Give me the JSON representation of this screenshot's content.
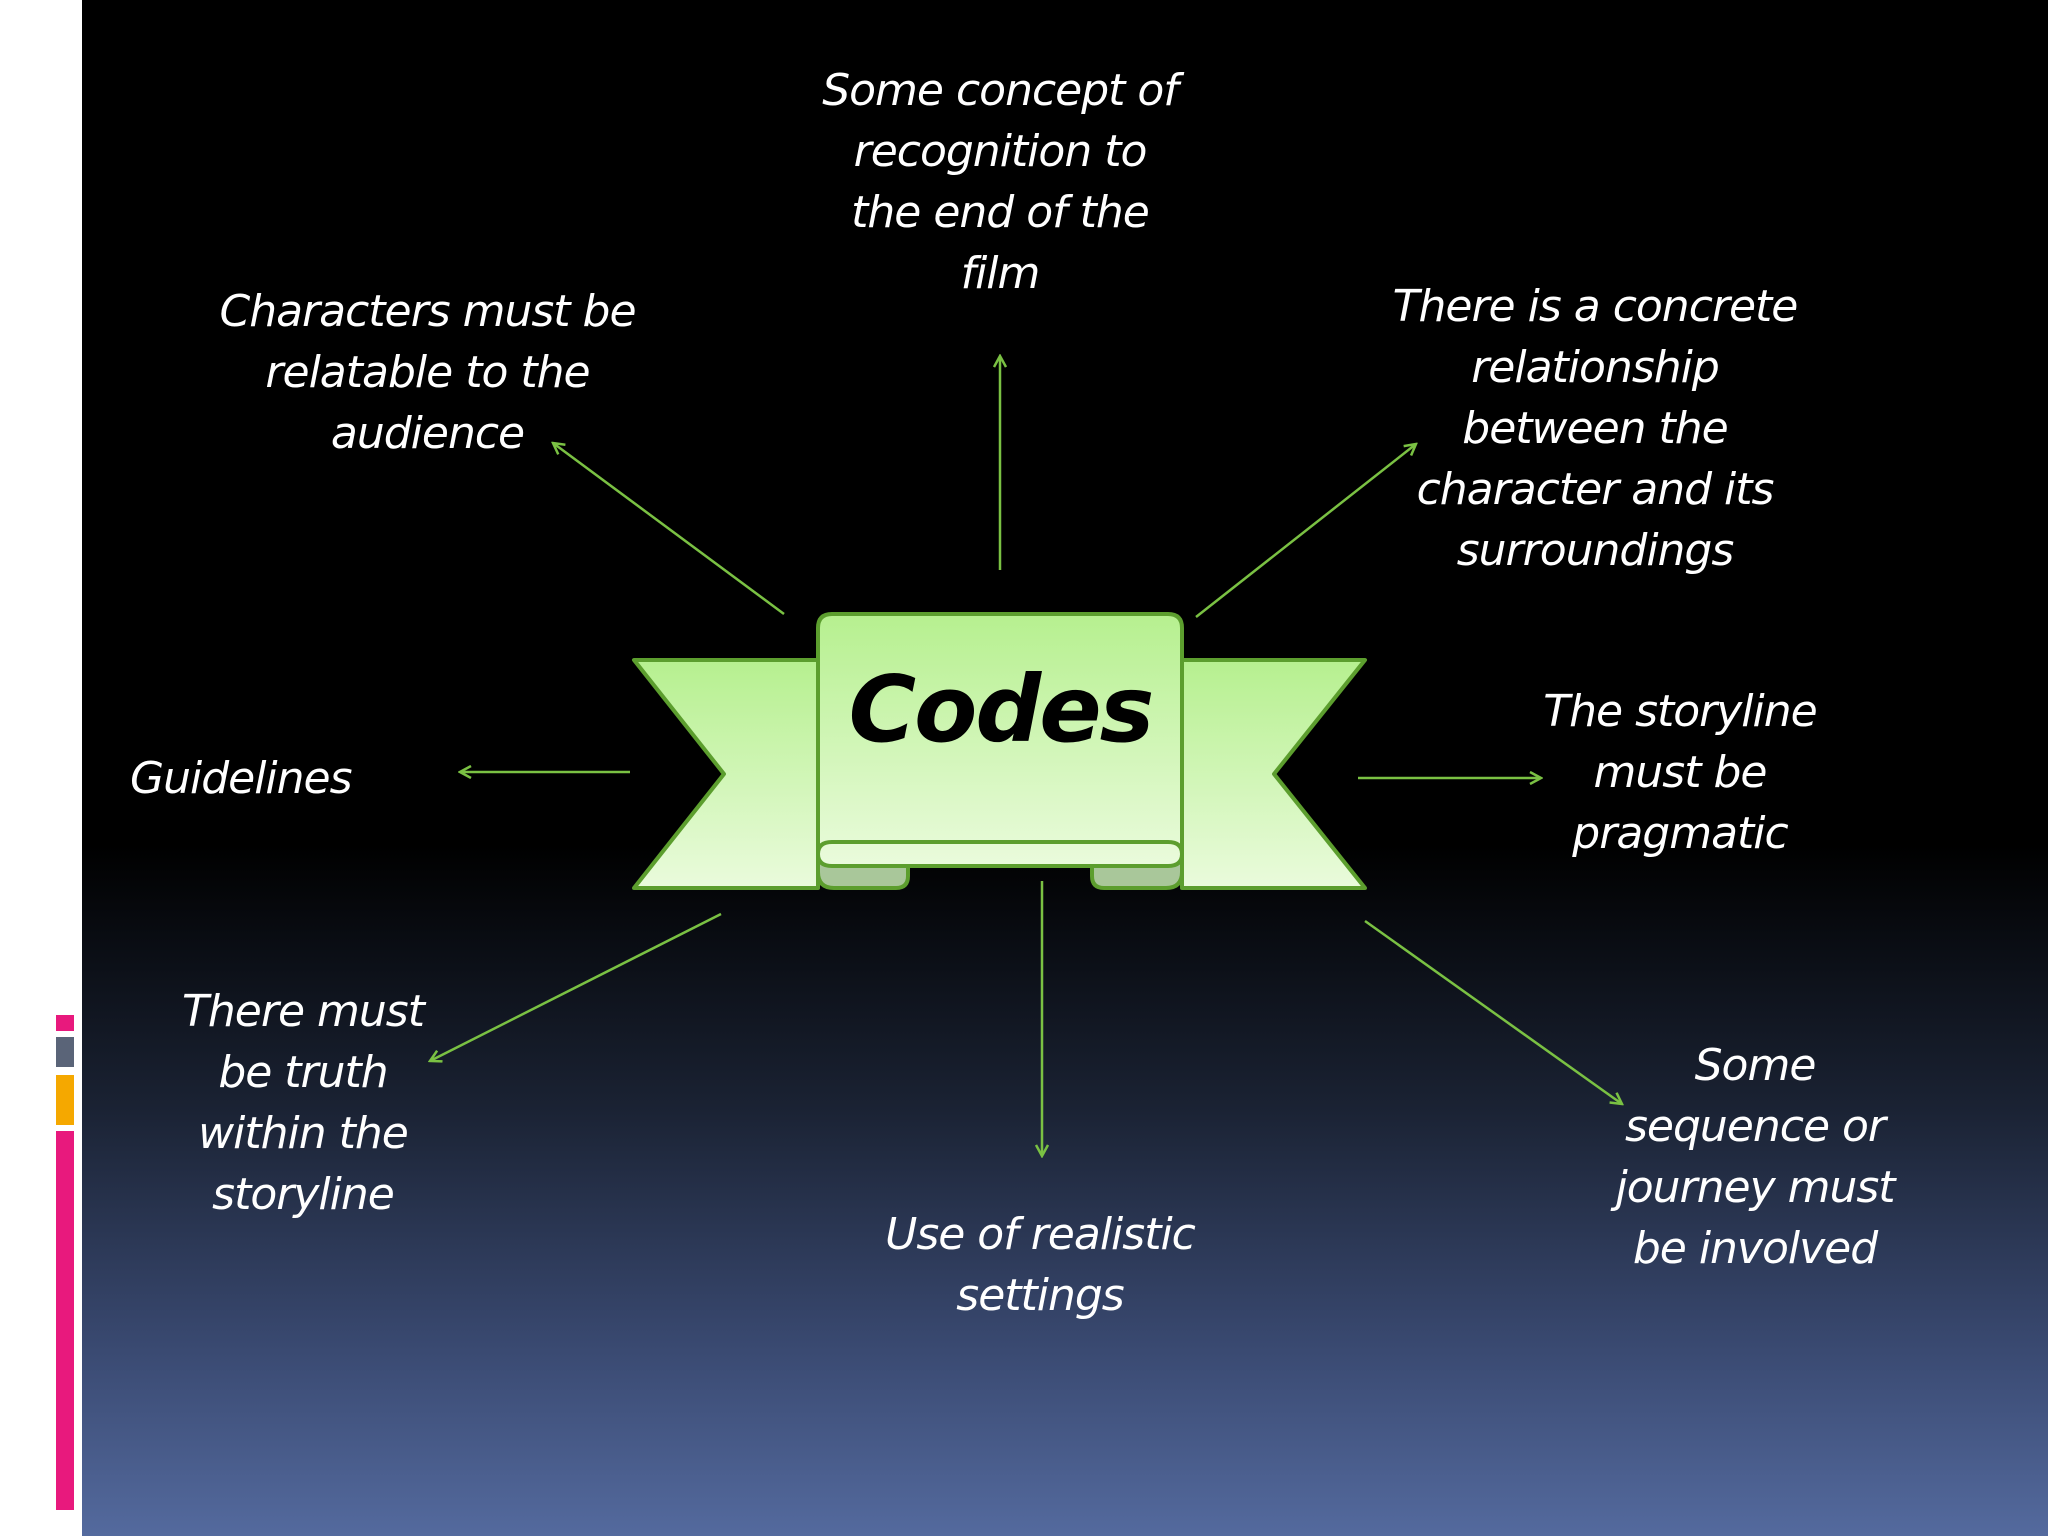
{
  "center": {
    "label": "Codes"
  },
  "nodes": {
    "top": "Some concept of\nrecognition  to\nthe end of the\nfilm",
    "top_left": "Characters must be\nrelatable to the\naudience",
    "top_right": "There is a concrete\nrelationship\nbetween the\ncharacter and its\nsurroundings",
    "left": "Guidelines",
    "right": "The storyline\nmust be\npragmatic",
    "bottom_left": "There must\nbe truth\nwithin the\nstoryline",
    "bottom": "Use of realistic\nsettings",
    "bottom_right": "Some\nsequence or\njourney must\nbe involved"
  },
  "colors": {
    "arrow": "#7ac143",
    "banner_light": "#eafbdc",
    "banner_mid": "#b6f08f",
    "banner_stroke": "#5c9e2e",
    "banner_fold": "#a9c79a",
    "accent_pink": "#e8197d",
    "accent_gray": "#5a6478",
    "accent_orange": "#f5a800"
  },
  "icons": {
    "arrow_head": "arrowhead-icon"
  }
}
